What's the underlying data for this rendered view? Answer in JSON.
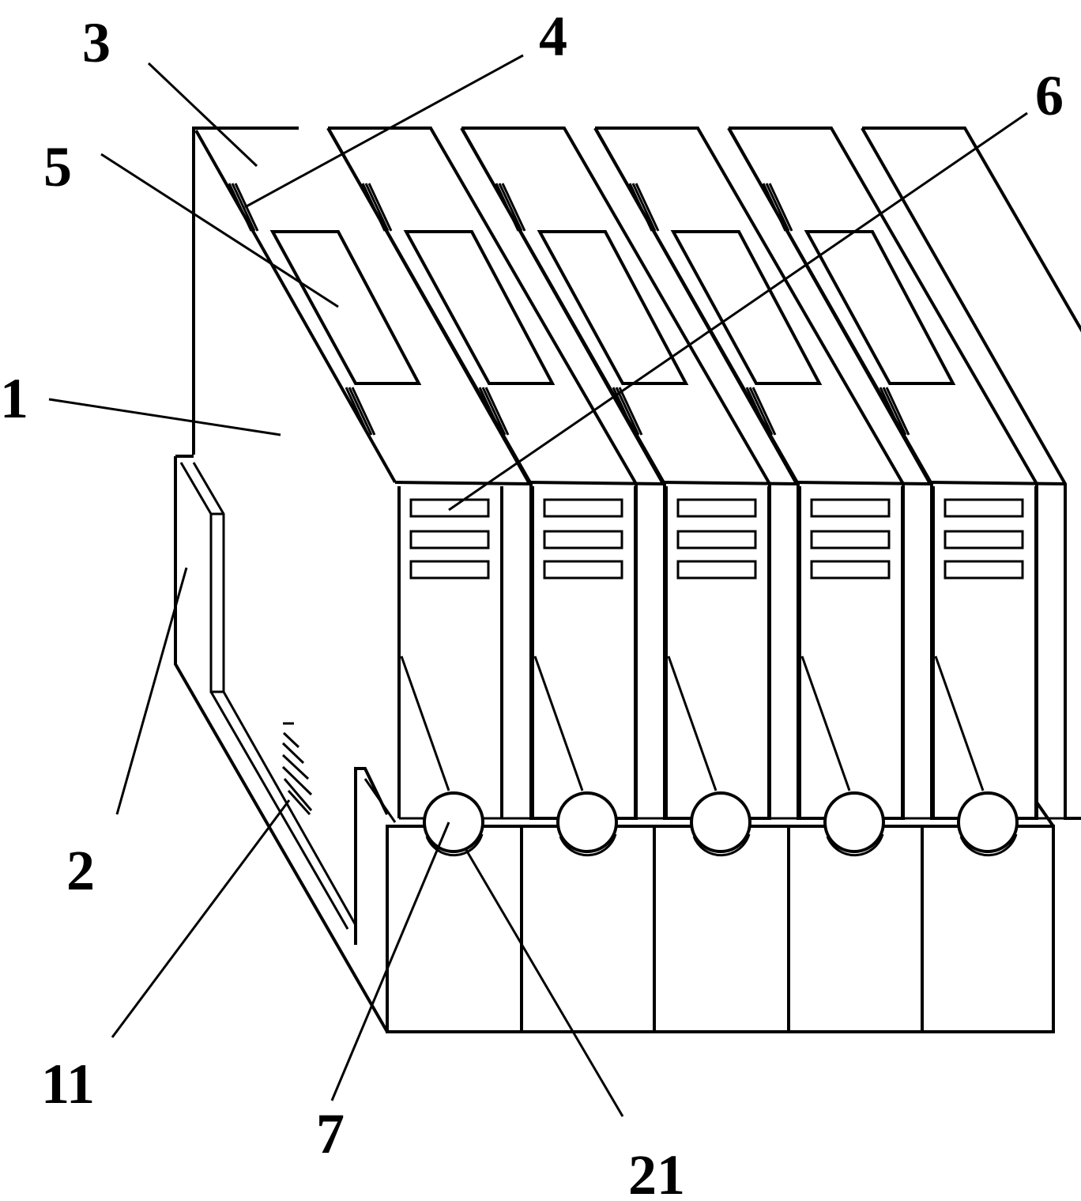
{
  "figure": {
    "labels": {
      "l1": "1",
      "l2": "2",
      "l3": "3",
      "l4": "4",
      "l5": "5",
      "l6": "6",
      "l7": "7",
      "l11": "11",
      "l21": "21"
    },
    "binder_count": 5,
    "ink_color": "#000000",
    "background": "#ffffff"
  }
}
